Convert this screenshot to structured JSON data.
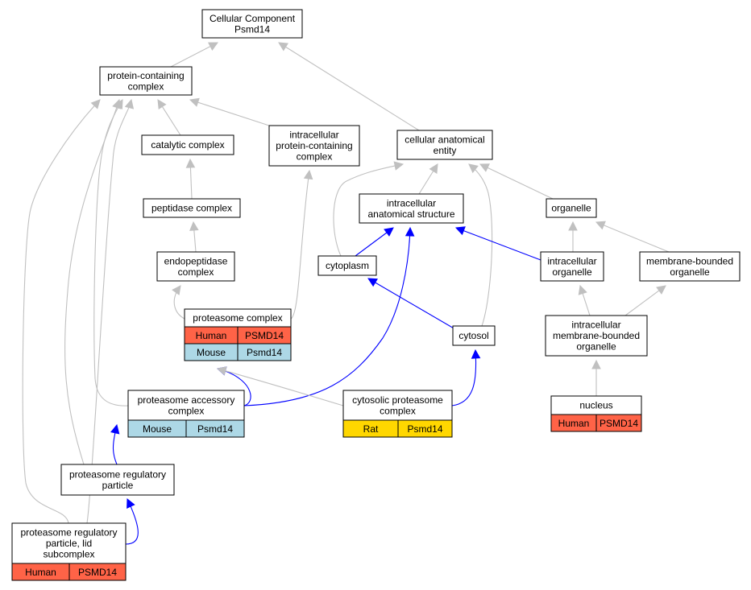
{
  "colors": {
    "background": "#ffffff",
    "node_border": "#000000",
    "edge_gray": "#c0c0c0",
    "edge_blue": "#0000ff",
    "human": "#ff6347",
    "mouse": "#add8e6",
    "rat": "#ffd700"
  },
  "nodes": {
    "root": [
      "Cellular Component",
      "Psmd14"
    ],
    "protein_containing_complex": [
      "protein-containing",
      "complex"
    ],
    "catalytic_complex": [
      "catalytic complex"
    ],
    "intracellular_pcc": [
      "intracellular",
      "protein-containing",
      "complex"
    ],
    "cellular_anatomical_entity": [
      "cellular anatomical",
      "entity"
    ],
    "peptidase_complex": [
      "peptidase complex"
    ],
    "intracellular_anatomical_structure": [
      "intracellular",
      "anatomical structure"
    ],
    "organelle": [
      "organelle"
    ],
    "endopeptidase_complex": [
      "endopeptidase",
      "complex"
    ],
    "cytoplasm": [
      "cytoplasm"
    ],
    "intracellular_organelle": [
      "intracellular",
      "organelle"
    ],
    "membrane_bounded_organelle": [
      "membrane-bounded",
      "organelle"
    ],
    "proteasome_complex": [
      "proteasome complex"
    ],
    "cytosol": [
      "cytosol"
    ],
    "intracellular_mbo": [
      "intracellular",
      "membrane-bounded",
      "organelle"
    ],
    "proteasome_accessory_complex": [
      "proteasome accessory",
      "complex"
    ],
    "cytosolic_proteasome_complex": [
      "cytosolic proteasome",
      "complex"
    ],
    "nucleus": [
      "nucleus"
    ],
    "proteasome_regulatory_particle": [
      "proteasome regulatory",
      "particle"
    ],
    "rp_lid_subcomplex": [
      "proteasome regulatory",
      "particle, lid",
      "subcomplex"
    ]
  },
  "annotations": {
    "proteasome_complex": [
      {
        "species": "Human",
        "gene": "PSMD14"
      },
      {
        "species": "Mouse",
        "gene": "Psmd14"
      }
    ],
    "proteasome_accessory_complex": [
      {
        "species": "Mouse",
        "gene": "Psmd14"
      }
    ],
    "cytosolic_proteasome_complex": [
      {
        "species": "Rat",
        "gene": "Psmd14"
      }
    ],
    "nucleus": [
      {
        "species": "Human",
        "gene": "PSMD14"
      }
    ],
    "rp_lid_subcomplex": [
      {
        "species": "Human",
        "gene": "PSMD14"
      }
    ]
  }
}
